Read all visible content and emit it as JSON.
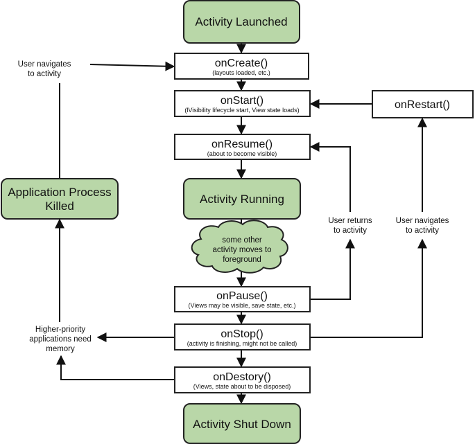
{
  "colors": {
    "state_fill": "#b9d7a8",
    "box_fill": "#ffffff",
    "stroke": "#222222"
  },
  "states": {
    "launched": "Activity Launched",
    "running": "Activity Running",
    "killed_1": "Application Process",
    "killed_2": "Killed",
    "shutdown": "Activity Shut Down"
  },
  "callbacks": {
    "create": {
      "name": "onCreate()",
      "note": "(layouts loaded, etc.)"
    },
    "start": {
      "name": "onStart()",
      "note": "(lVisibility lifecycle start, View state loads)"
    },
    "restart": {
      "name": "onRestart()"
    },
    "resume": {
      "name": "onResume()",
      "note": "(about to become visible)"
    },
    "pause": {
      "name": "onPause()",
      "note": "(Views may be visible, save state, etc.)"
    },
    "stop": {
      "name": "onStop()",
      "note": "(activity is finishing, might not be called)"
    },
    "destroy": {
      "name": "onDestory()",
      "note": "(Views, state about to be disposed)"
    }
  },
  "cloud": [
    "some other",
    "activity moves to",
    "foreground"
  ],
  "labels": {
    "user_navigates_left": [
      "User navigates",
      "to activity"
    ],
    "user_returns": [
      "User returns",
      "to activity"
    ],
    "user_navigates_right": [
      "User navigates",
      "to activity"
    ],
    "higher_priority": [
      "Higher-priority",
      "applications need",
      "memory"
    ]
  }
}
